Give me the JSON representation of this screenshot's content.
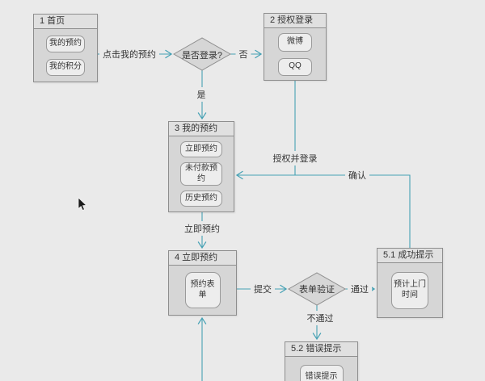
{
  "colors": {
    "background": "#eaeaea",
    "box_fill": "#d6d6d6",
    "box_header_fill": "#e0e0e0",
    "box_border": "#8e8e8e",
    "button_fill": "#ededed",
    "button_border": "#9a9a9a",
    "connector": "#45a1b4",
    "text": "#333333"
  },
  "nodes": {
    "homepage": {
      "title": "1 首页",
      "buttons": [
        "我的预约",
        "我的积分"
      ]
    },
    "auth_login": {
      "title": "2 授权登录",
      "buttons": [
        "微博",
        "QQ"
      ]
    },
    "my_bookings": {
      "title": "3 我的预约",
      "buttons": [
        "立即预约",
        "未付款预约",
        "历史预约"
      ]
    },
    "book_now": {
      "title": "4 立即预约",
      "buttons": [
        "预约表单"
      ]
    },
    "success_tip": {
      "title": "5.1 成功提示",
      "buttons": [
        "预计上门时间"
      ]
    },
    "error_tip": {
      "title": "5.2 错误提示",
      "buttons": [
        "错误提示"
      ]
    }
  },
  "decisions": {
    "is_logged_in": {
      "label": "是否登录?"
    },
    "form_validation": {
      "label": "表单验证"
    }
  },
  "edge_labels": {
    "click_my_booking": "点击我的预约",
    "no": "否",
    "yes": "是",
    "authorize_and_login": "授权并登录",
    "confirm": "确认",
    "book_now": "立即预约",
    "submit": "提交",
    "pass": "通过",
    "fail": "不通过"
  }
}
